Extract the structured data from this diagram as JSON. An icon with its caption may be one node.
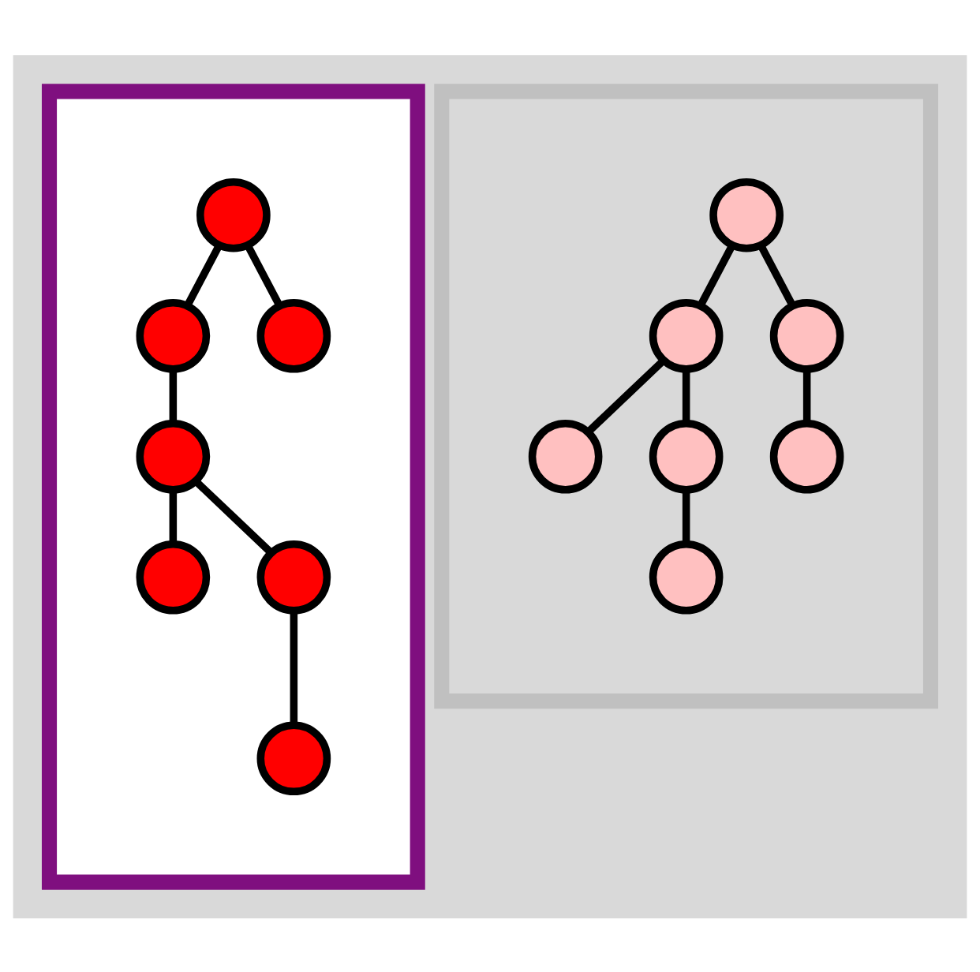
{
  "diagram": {
    "nodes": [
      {
        "text": [],
        "shape": "box"
      },
      {
        "text": [],
        "shape": "circle",
        "in": 0
      },
      {
        "text": [],
        "shape": "circle",
        "in": 0
      },
      {
        "text": [],
        "shape": "circle",
        "in": 0
      },
      {
        "text": [],
        "shape": "circle",
        "in": 0
      },
      {
        "text": [],
        "shape": "circle",
        "in": 0
      },
      {
        "text": [],
        "shape": "circle",
        "in": 0
      },
      {
        "text": [],
        "shape": "circle",
        "in": 0
      },
      {
        "text": [],
        "shape": "box"
      },
      {
        "text": [],
        "shape": "circle",
        "in": 8
      },
      {
        "text": [],
        "shape": "circle",
        "in": 8
      },
      {
        "text": [],
        "shape": "circle",
        "in": 8
      },
      {
        "text": [],
        "shape": "circle",
        "in": 8
      },
      {
        "text": [],
        "shape": "circle",
        "in": 8
      },
      {
        "text": [],
        "shape": "circle",
        "in": 8
      },
      {
        "text": [],
        "shape": "circle",
        "in": 8
      }
    ],
    "edges": [
      {
        "from": 1,
        "to": 2,
        "arrow": "none"
      },
      {
        "from": 1,
        "to": 3,
        "arrow": "none"
      },
      {
        "from": 2,
        "to": 4,
        "arrow": "none"
      },
      {
        "from": 4,
        "to": 6,
        "arrow": "none"
      },
      {
        "from": 4,
        "to": 5,
        "arrow": "none"
      },
      {
        "from": 6,
        "to": 7,
        "arrow": "none"
      },
      {
        "from": 9,
        "to": 10,
        "arrow": "none"
      },
      {
        "from": 9,
        "to": 11,
        "arrow": "none"
      },
      {
        "from": 10,
        "to": 13,
        "arrow": "none"
      },
      {
        "from": 10,
        "to": 12,
        "arrow": "none"
      },
      {
        "from": 11,
        "to": 14,
        "arrow": "none"
      },
      {
        "from": 13,
        "to": 15,
        "arrow": "none"
      }
    ]
  }
}
